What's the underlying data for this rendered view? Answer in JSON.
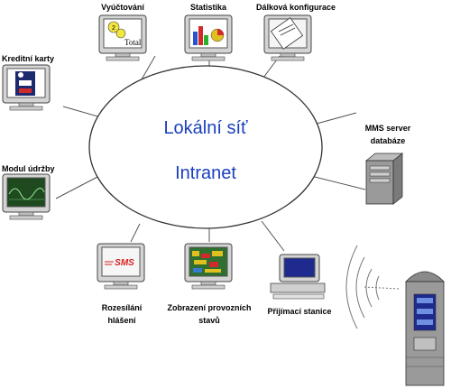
{
  "network": {
    "title_line1": "Lokální síť",
    "title_line2": "Intranet"
  },
  "nodes": {
    "billing": {
      "label": "Vyúčtování",
      "screen_text": "Total"
    },
    "statistics": {
      "label": "Statistika"
    },
    "remote_config": {
      "label": "Dálková konfigurace"
    },
    "credit_cards": {
      "label": "Kreditní karty"
    },
    "maintenance": {
      "label": "Modul údržby"
    },
    "sms": {
      "label_line1": "Rozesílání",
      "label_line2": "hlášení",
      "screen_text": "SMS"
    },
    "operating_status": {
      "label_line1": "Zobrazení provozních",
      "label_line2": "stavů"
    },
    "receiving_station": {
      "label": "Přijímací stanice"
    },
    "mms_server": {
      "label_line1": "MMS server",
      "label_line2": "databáze"
    }
  },
  "colors": {
    "network_text": "#1a3fbf",
    "monitor_frame": "#c8c8c8",
    "screen_dark": "#1e2a6e",
    "sms_red": "#d81e1e",
    "stat_bars": [
      "#2a52d0",
      "#d02a2a",
      "#2ab02a",
      "#e0c020"
    ]
  }
}
